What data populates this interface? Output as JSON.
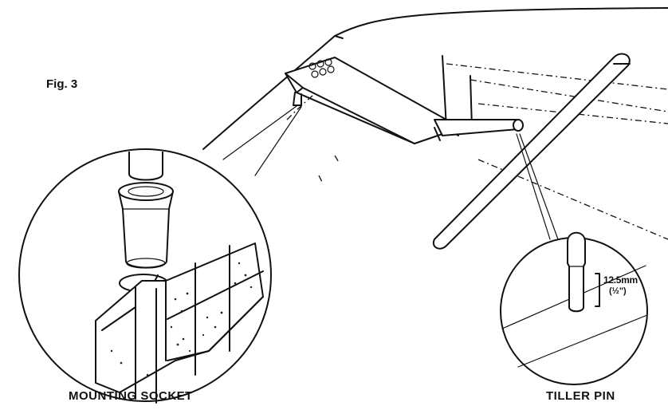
{
  "figure": {
    "label": "Fig.  3",
    "captions": {
      "left": "MOUNTING SOCKET",
      "right": "TILLER PIN"
    },
    "dimension": {
      "value": "12.5mm",
      "imperial": "(½\")"
    }
  }
}
